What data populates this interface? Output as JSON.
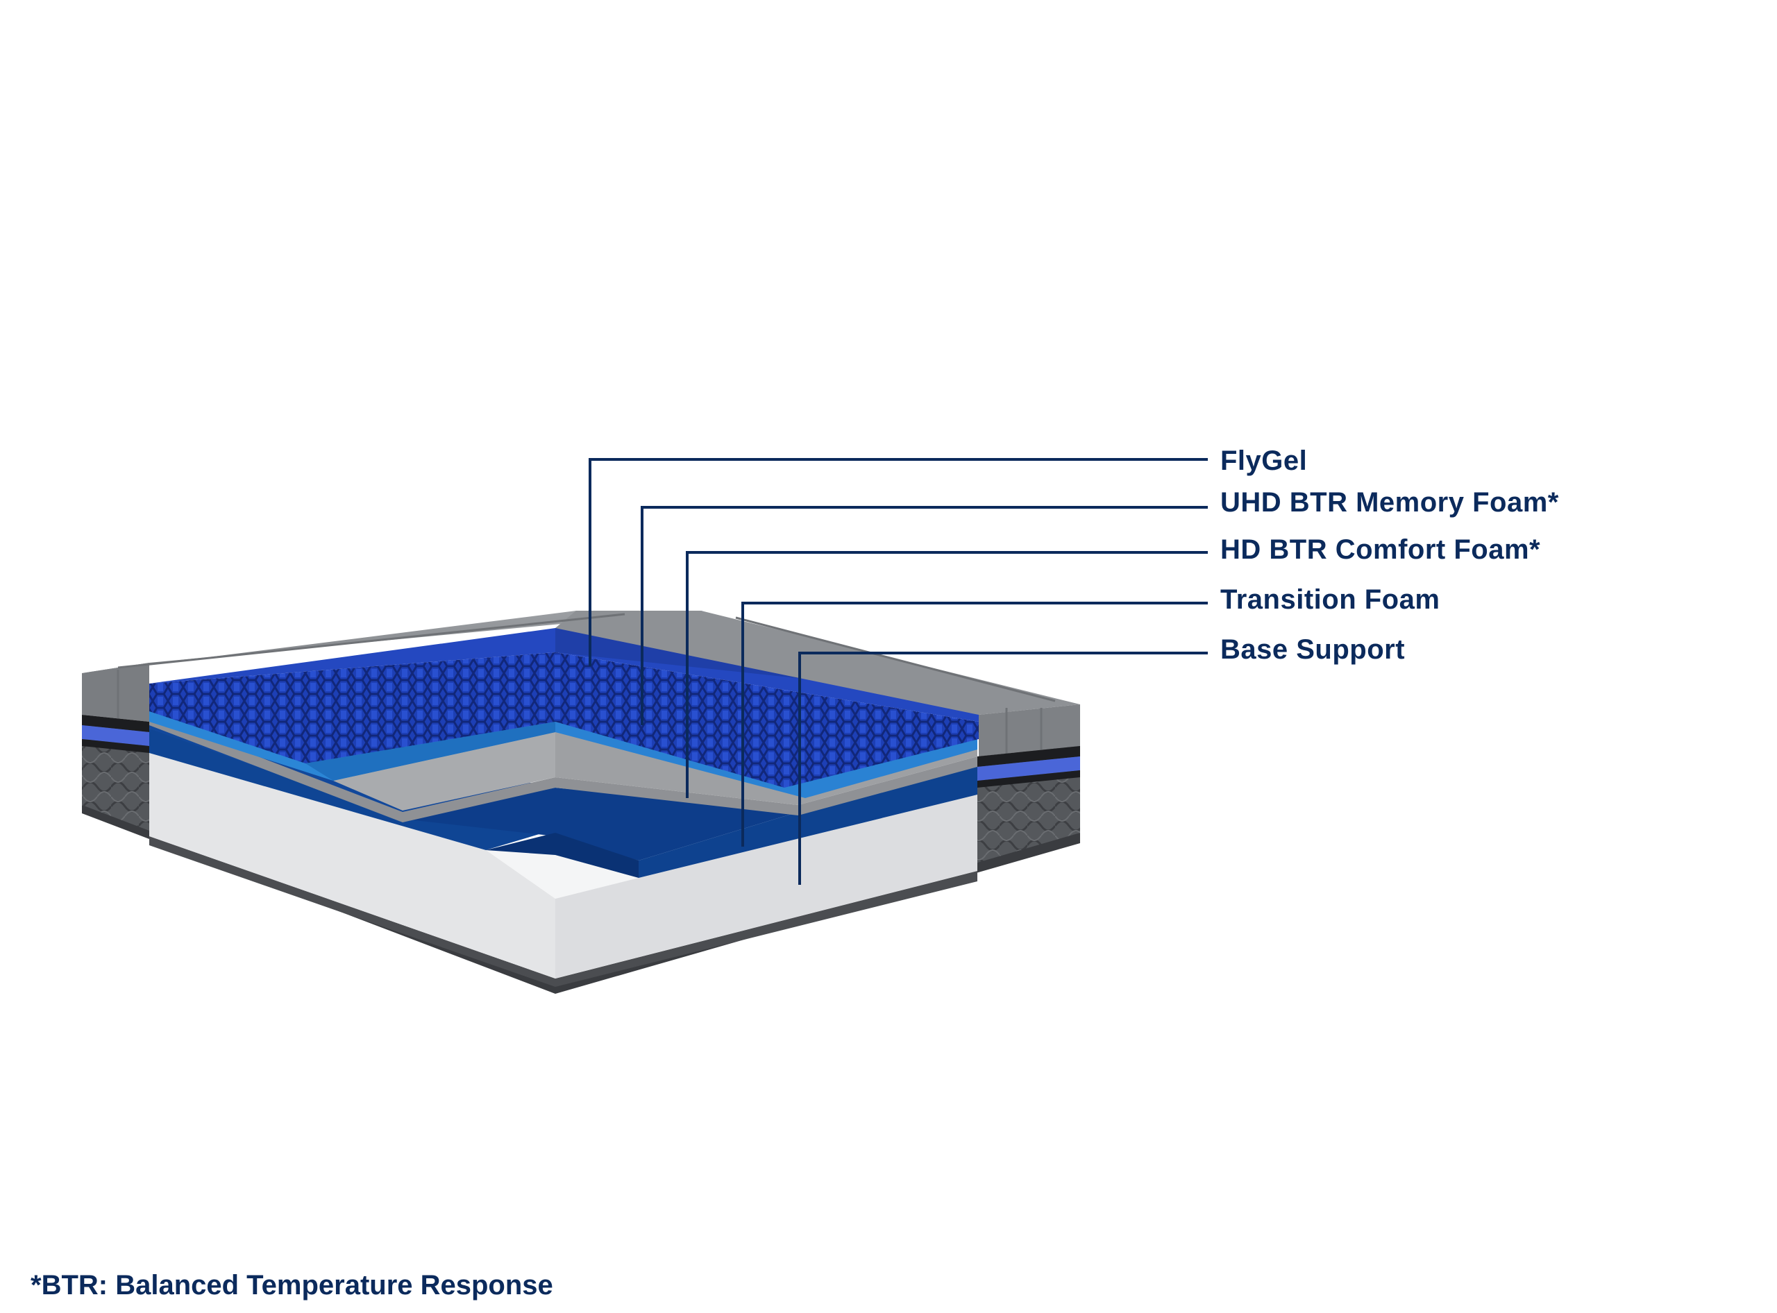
{
  "labels": {
    "flygel": "FlyGel",
    "uhd_memory_foam": "UHD BTR Memory Foam*",
    "hd_comfort_foam": "HD BTR Comfort Foam*",
    "transition_foam": "Transition Foam",
    "base_support": "Base Support"
  },
  "footnote": "*BTR: Balanced Temperature Response",
  "colors": {
    "label_text": "#0b2a5c",
    "leader_line": "#0b2a5c",
    "cover_gray": "#8a8d91",
    "cover_dark": "#4a4c50",
    "flygel_blue": "#1a3fb0",
    "memory_foam_blue": "#2a8ee0",
    "comfort_foam_gray": "#a9abae",
    "transition_blue": "#0d3d8a",
    "base_white": "#e8e9eb",
    "accent_stripe": "#4a66d8"
  }
}
